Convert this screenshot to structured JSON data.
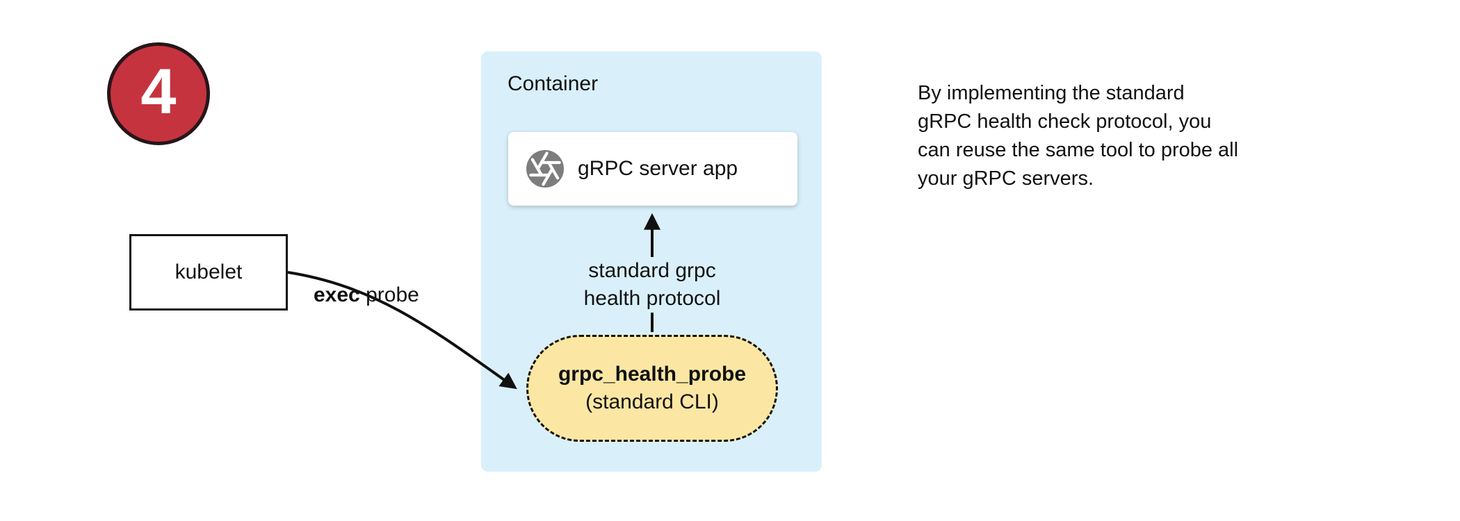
{
  "badge": {
    "number": "4"
  },
  "kubelet": {
    "label": "kubelet"
  },
  "container": {
    "title": "Container",
    "server": {
      "label": "gRPC server app",
      "icon": "grpc-logo-icon"
    },
    "pill": {
      "title": "grpc_health_probe",
      "subtitle": "(standard CLI)"
    }
  },
  "labels": {
    "health": {
      "line1": "standard grpc",
      "line2": "health protocol"
    },
    "exec": {
      "bold": "exec",
      "rest": " probe"
    }
  },
  "note": {
    "lines": [
      "By implementing the standard",
      "gRPC health check protocol, you",
      "can reuse the same tool to probe all",
      "your gRPC servers."
    ]
  },
  "colors": {
    "badge_red": "#c5333f",
    "container_blue": "#d9f0fa",
    "pill_yellow": "#fbe7a3",
    "line_black": "#111111"
  }
}
